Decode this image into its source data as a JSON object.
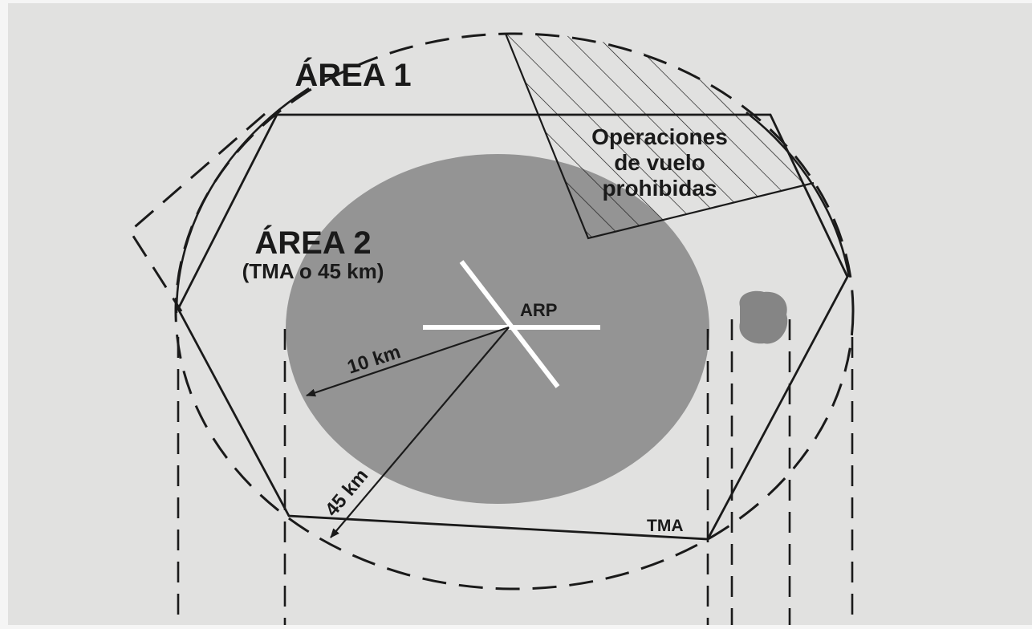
{
  "labels": {
    "area1": "ÁREA 1",
    "area2": "ÁREA 2",
    "area2_sub": "(TMA o 45 km)",
    "prohibited_line1": "Operaciones",
    "prohibited_line2": "de vuelo",
    "prohibited_line3": "prohibidas",
    "arp": "ARP",
    "radius_10": "10 km",
    "radius_45": "45 km",
    "tma": "TMA"
  },
  "colors": {
    "background": "#f5f5f5",
    "panel": "#e1e1e0",
    "inner_circle": "#949494",
    "obstacle": "#858585",
    "lines": "#1a1a1a",
    "runway": "#ffffff"
  }
}
